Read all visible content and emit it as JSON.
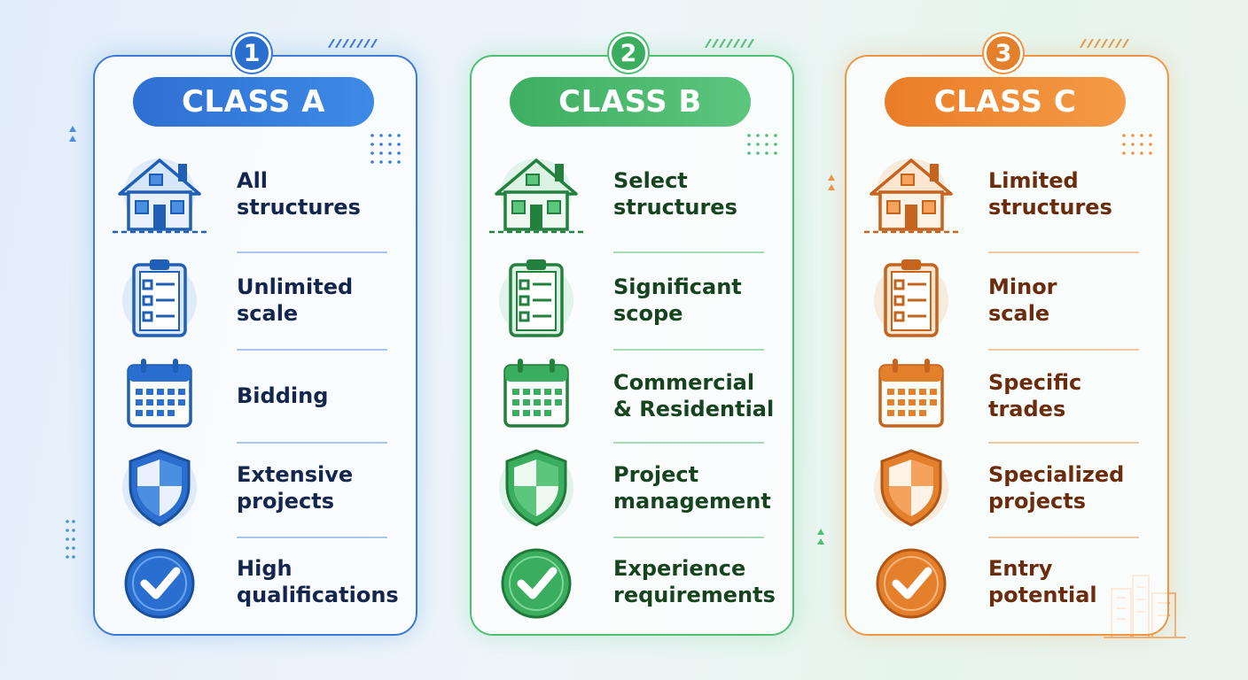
{
  "colors": {
    "class_a": "#3a7bd5",
    "class_b": "#4fbf73",
    "class_c": "#ef9646"
  },
  "cards": [
    {
      "number": "1",
      "title": "CLASS A",
      "items": [
        {
          "icon": "house-icon",
          "lines": [
            "All",
            "structures"
          ]
        },
        {
          "icon": "clipboard-checklist-icon",
          "lines": [
            "Unlimited",
            "scale"
          ]
        },
        {
          "icon": "calendar-icon",
          "lines": [
            "Bidding"
          ]
        },
        {
          "icon": "shield-icon",
          "lines": [
            "Extensive",
            "projects"
          ]
        },
        {
          "icon": "checkmark-circle-icon",
          "lines": [
            "High",
            "qualifications"
          ]
        }
      ]
    },
    {
      "number": "2",
      "title": "CLASS B",
      "items": [
        {
          "icon": "house-icon",
          "lines": [
            "Select",
            "structures"
          ]
        },
        {
          "icon": "clipboard-checklist-icon",
          "lines": [
            "Significant",
            "scope"
          ]
        },
        {
          "icon": "calendar-icon",
          "lines": [
            "Commercial",
            "& Residential"
          ]
        },
        {
          "icon": "shield-icon",
          "lines": [
            "Project",
            "management"
          ]
        },
        {
          "icon": "checkmark-circle-icon",
          "lines": [
            "Experience",
            "requirements"
          ]
        }
      ]
    },
    {
      "number": "3",
      "title": "CLASS C",
      "items": [
        {
          "icon": "house-icon",
          "lines": [
            "Limited",
            "structures"
          ]
        },
        {
          "icon": "clipboard-checklist-icon",
          "lines": [
            "Minor",
            "scale"
          ]
        },
        {
          "icon": "calendar-icon",
          "lines": [
            "Specific",
            "trades"
          ]
        },
        {
          "icon": "shield-icon",
          "lines": [
            "Specialized",
            "projects"
          ]
        },
        {
          "icon": "checkmark-circle-icon",
          "lines": [
            "Entry",
            "potential"
          ]
        }
      ]
    }
  ]
}
